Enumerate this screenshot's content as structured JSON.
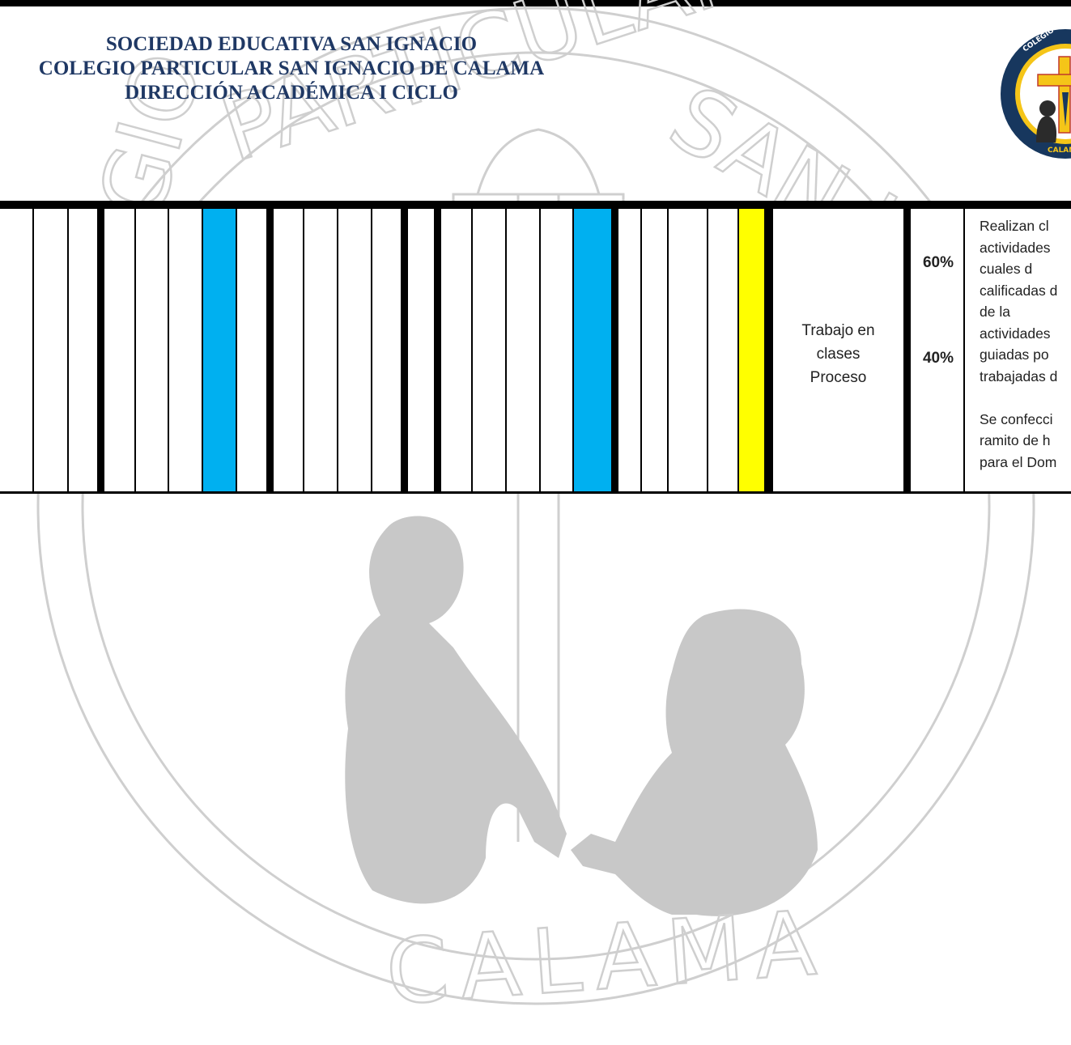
{
  "header": {
    "line1": "SOCIEDAD EDUCATIVA SAN IGNACIO",
    "line2": "COLEGIO PARTICULAR SAN IGNACIO DE CALAMA",
    "line3": "DIRECCIÓN ACADÉMICA I CICLO"
  },
  "logo": {
    "ring_text": "COLEGIO PARTICULAR",
    "bottom_text": "CALAMA"
  },
  "watermark": {
    "text_top": "PARTICULAR",
    "text_left": "COLEGIO",
    "text_right": "SAN IGNACIO",
    "text_bottom": "CALAMA"
  },
  "table": {
    "process_label": [
      "Trabajo en",
      "clases",
      "Proceso"
    ],
    "pct_a": "60%",
    "pct_b": "40%",
    "description": [
      "Realizan  cl",
      "actividades",
      "cuales      d",
      "calificadas d",
      "de      la",
      "actividades",
      "guiadas  po",
      "trabajadas d",
      "",
      "Se confecci",
      "ramito de h",
      "para el Dom"
    ]
  },
  "colors": {
    "header_text": "#1f3864",
    "highlight_blue": "#00b0f0",
    "highlight_yellow": "#ffff00",
    "watermark": "#c9c9c9"
  }
}
